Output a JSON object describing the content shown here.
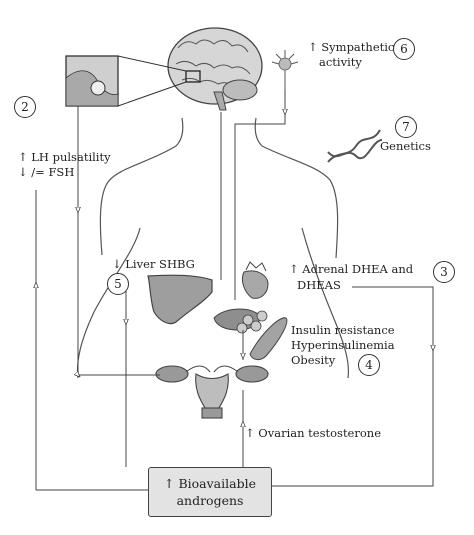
{
  "labels": {
    "sympathetic": "↑ Sympathetic",
    "sympathetic_2": "activity",
    "genetics": "Genetics",
    "lh": "↑ LH pulsatility",
    "fsh": "↓ /= FSH",
    "liver": "↓ Liver SHBG",
    "adrenal": "↑ Adrenal DHEA and",
    "adrenal_2": "DHEAS",
    "insulin": "Insulin resistance",
    "hyperins": "Hyperinsulinemia",
    "obesity": "Obesity",
    "ovarian": "↑ Ovarian testosterone",
    "bio_1": "↑ Bioavailable",
    "bio_2": "androgens"
  },
  "numbers": [
    "2",
    "3",
    "4",
    "5",
    "6",
    "7"
  ]
}
